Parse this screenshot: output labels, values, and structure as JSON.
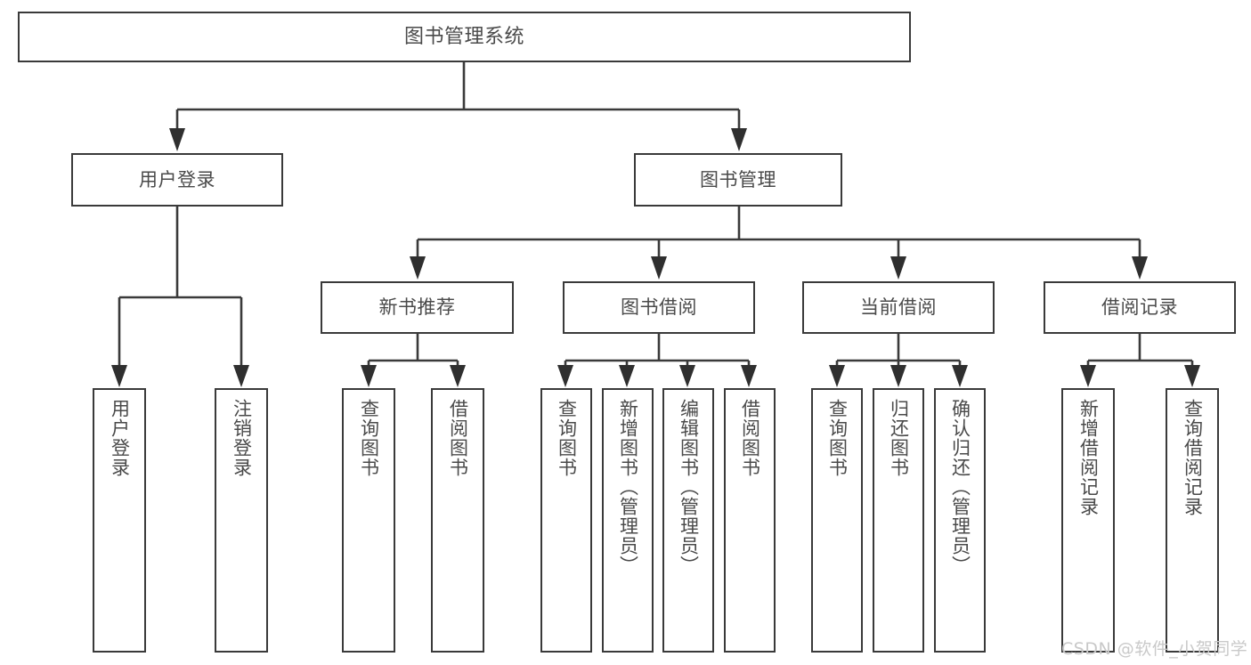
{
  "diagram": {
    "title": "图书管理系统",
    "type": "tree-hierarchy-chart",
    "stroke_color": "#3a3a3a",
    "text_color": "#4a4a4a",
    "background_color": "#ffffff"
  },
  "nodes": {
    "root": {
      "label": "图书管理系统"
    },
    "level2": [
      {
        "label": "用户登录"
      },
      {
        "label": "图书管理"
      }
    ],
    "level3": [
      {
        "label": "新书推荐"
      },
      {
        "label": "图书借阅"
      },
      {
        "label": "当前借阅"
      },
      {
        "label": "借阅记录"
      }
    ],
    "leaves": {
      "user_login": [
        {
          "label": "用户登录"
        },
        {
          "label": "注销登录"
        }
      ],
      "new_book": [
        {
          "label": "查询图书"
        },
        {
          "label": "借阅图书"
        }
      ],
      "book_borrow": [
        {
          "label": "查询图书"
        },
        {
          "label": "新增图书（管理员）"
        },
        {
          "label": "编辑图书（管理员）"
        },
        {
          "label": "借阅图书"
        }
      ],
      "current_borrow": [
        {
          "label": "查询图书"
        },
        {
          "label": "归还图书"
        },
        {
          "label": "确认归还（管理员）"
        }
      ],
      "borrow_record": [
        {
          "label": "新增借阅记录"
        },
        {
          "label": "查询借阅记录"
        }
      ]
    }
  },
  "watermark": {
    "text": "CSDN @软件_小贺同学"
  }
}
